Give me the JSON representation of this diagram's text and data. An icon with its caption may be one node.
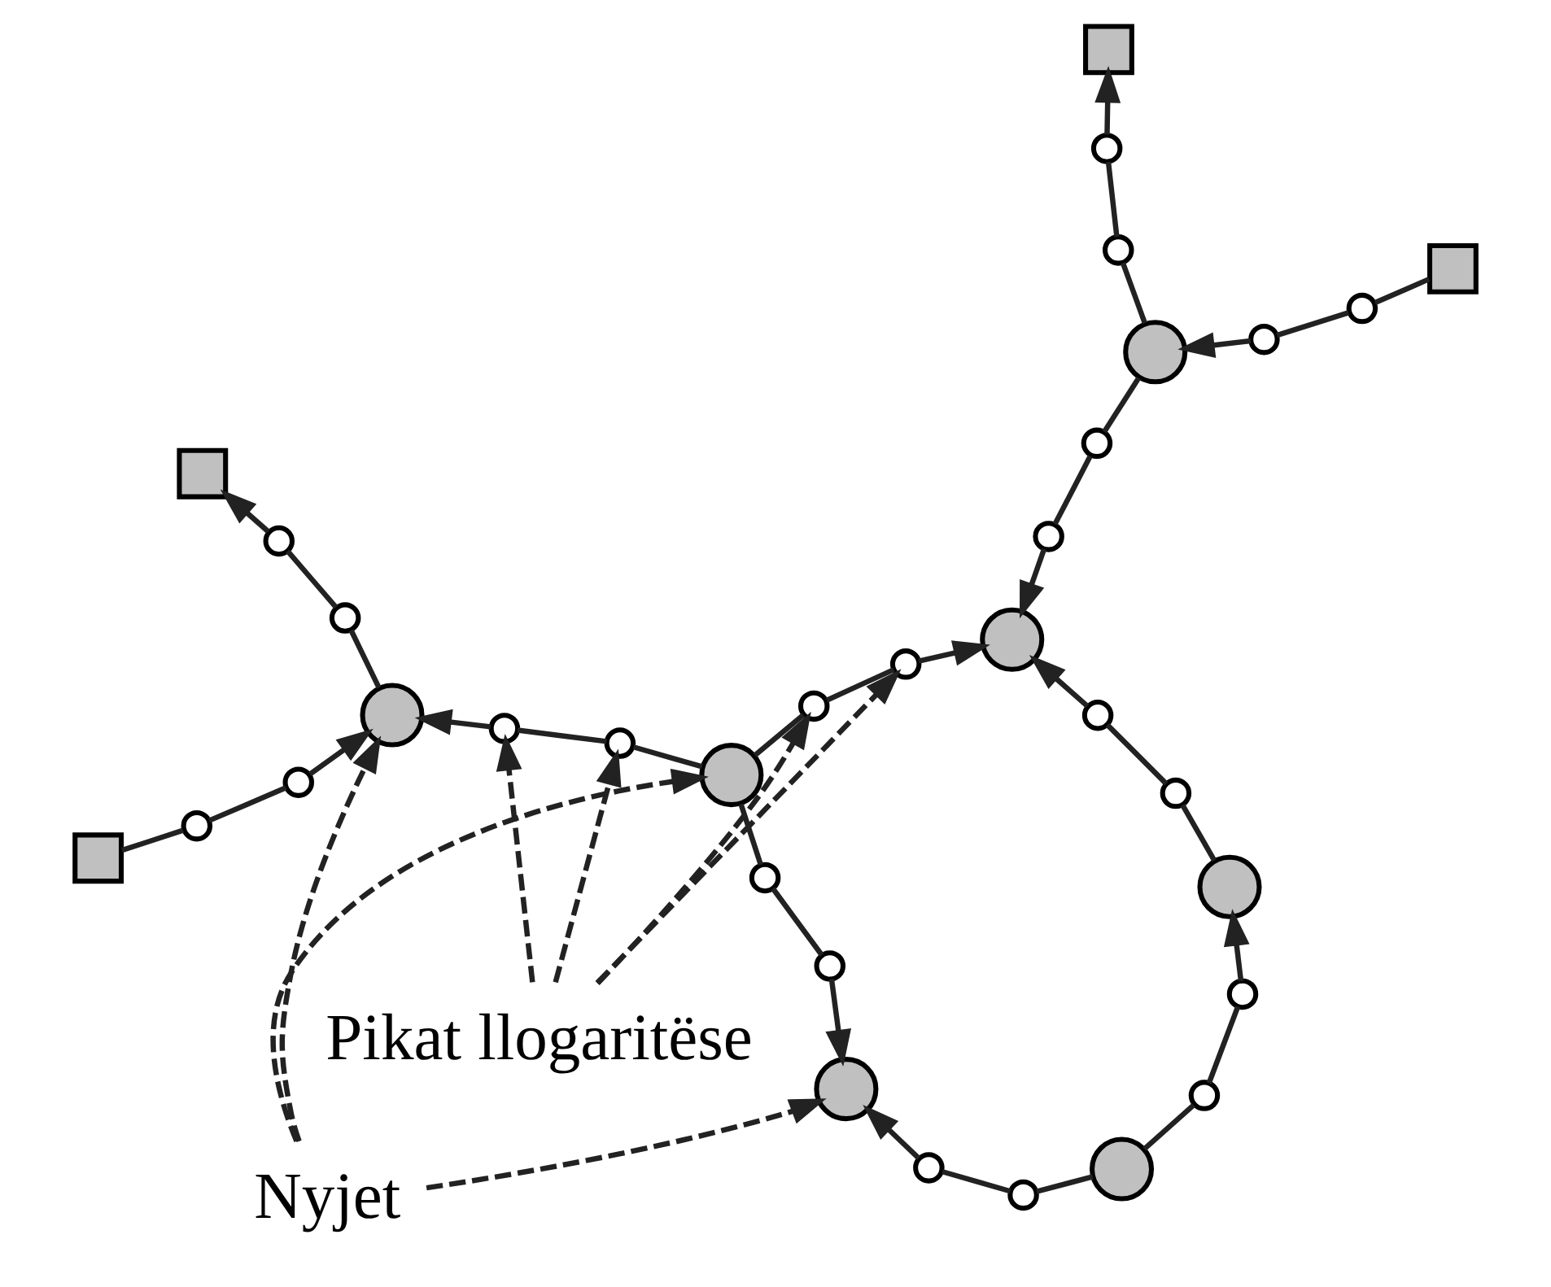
{
  "diagram": {
    "nodes": [
      {
        "text": [
          "Nyjet"
        ]
      },
      {
        "text": [
          "Pikat llogaritëse"
        ]
      },
      {
        "text": [],
        "shape": "circle"
      },
      {
        "text": [],
        "shape": "circle"
      },
      {
        "text": [],
        "shape": "circle"
      },
      {
        "text": [],
        "shape": "circle"
      },
      {
        "text": [],
        "shape": "box"
      },
      {
        "text": [],
        "shape": "circle"
      },
      {
        "text": [],
        "shape": "circle"
      },
      {
        "text": [],
        "shape": "circle"
      },
      {
        "text": [],
        "shape": "circle"
      },
      {
        "text": [],
        "shape": "circle"
      },
      {
        "text": [],
        "shape": "circle"
      },
      {
        "text": [],
        "shape": "circle"
      },
      {
        "text": [],
        "shape": "circle"
      },
      {
        "text": [],
        "shape": "circle"
      },
      {
        "text": [],
        "shape": "circle"
      },
      {
        "text": [],
        "shape": "circle"
      },
      {
        "text": [],
        "shape": "circle"
      },
      {
        "text": [],
        "shape": "circle"
      },
      {
        "text": [],
        "shape": "circle"
      },
      {
        "text": [],
        "shape": "circle"
      },
      {
        "text": [],
        "shape": "circle"
      },
      {
        "text": [],
        "shape": "circle"
      },
      {
        "text": [],
        "shape": "box"
      },
      {
        "text": [],
        "shape": "circle"
      },
      {
        "text": [],
        "shape": "circle"
      },
      {
        "text": [],
        "shape": "circle"
      },
      {
        "text": [],
        "shape": "circle"
      },
      {
        "text": [],
        "shape": "circle"
      },
      {
        "text": [],
        "shape": "circle"
      },
      {
        "text": [],
        "shape": "circle"
      },
      {
        "text": [],
        "shape": "circle"
      },
      {
        "text": [],
        "shape": "box"
      },
      {
        "text": [],
        "shape": "box"
      }
    ],
    "edges": [
      {
        "from": 6,
        "to": 8,
        "arrow": "none"
      },
      {
        "from": 8,
        "to": 11,
        "arrow": "none"
      },
      {
        "from": 11,
        "to": 13,
        "arrow": "to"
      },
      {
        "from": 13,
        "to": 19,
        "arrow": "none"
      },
      {
        "from": 19,
        "to": 22,
        "arrow": "none"
      },
      {
        "from": 22,
        "to": 24,
        "arrow": "to"
      },
      {
        "from": 16,
        "to": 15,
        "arrow": "none"
      },
      {
        "from": 15,
        "to": 14,
        "arrow": "none"
      },
      {
        "from": 14,
        "to": 13,
        "arrow": "to"
      },
      {
        "from": 16,
        "to": 10,
        "arrow": "none"
      },
      {
        "from": 10,
        "to": 7,
        "arrow": "none"
      },
      {
        "from": 7,
        "to": 2,
        "arrow": "to"
      },
      {
        "from": 5,
        "to": 4,
        "arrow": "none"
      },
      {
        "from": 4,
        "to": 3,
        "arrow": "none"
      },
      {
        "from": 3,
        "to": 2,
        "arrow": "to"
      },
      {
        "from": 5,
        "to": 9,
        "arrow": "none"
      },
      {
        "from": 9,
        "to": 12,
        "arrow": "none"
      },
      {
        "from": 12,
        "to": 17,
        "arrow": "to"
      },
      {
        "from": 17,
        "to": 20,
        "arrow": "none"
      },
      {
        "from": 20,
        "to": 23,
        "arrow": "none"
      },
      {
        "from": 23,
        "to": 25,
        "arrow": "to"
      },
      {
        "from": 16,
        "to": 18,
        "arrow": "none"
      },
      {
        "from": 18,
        "to": 21,
        "arrow": "none"
      },
      {
        "from": 21,
        "to": 25,
        "arrow": "to"
      },
      {
        "from": 28,
        "to": 27,
        "arrow": "none"
      },
      {
        "from": 27,
        "to": 26,
        "arrow": "none"
      },
      {
        "from": 26,
        "to": 25,
        "arrow": "to"
      },
      {
        "from": 28,
        "to": 29,
        "arrow": "none"
      },
      {
        "from": 29,
        "to": 31,
        "arrow": "none"
      },
      {
        "from": 31,
        "to": 33,
        "arrow": "to"
      },
      {
        "from": 34,
        "to": 32,
        "arrow": "none"
      },
      {
        "from": 32,
        "to": 30,
        "arrow": "none"
      },
      {
        "from": 30,
        "to": 28,
        "arrow": "to"
      },
      {
        "from": 0,
        "to": 2,
        "arrow": "to",
        "style": "dashed"
      },
      {
        "from": 0,
        "to": 13,
        "arrow": "to",
        "style": "dashed"
      },
      {
        "from": 0,
        "to": 16,
        "arrow": "to",
        "style": "dashed"
      },
      {
        "from": 1,
        "to": 14,
        "arrow": "to",
        "style": "dashed"
      },
      {
        "from": 1,
        "to": 15,
        "arrow": "to",
        "style": "dashed"
      },
      {
        "from": 1,
        "to": 18,
        "arrow": "to",
        "style": "dashed"
      },
      {
        "from": 1,
        "to": 21,
        "arrow": "to",
        "style": "dashed"
      }
    ]
  }
}
